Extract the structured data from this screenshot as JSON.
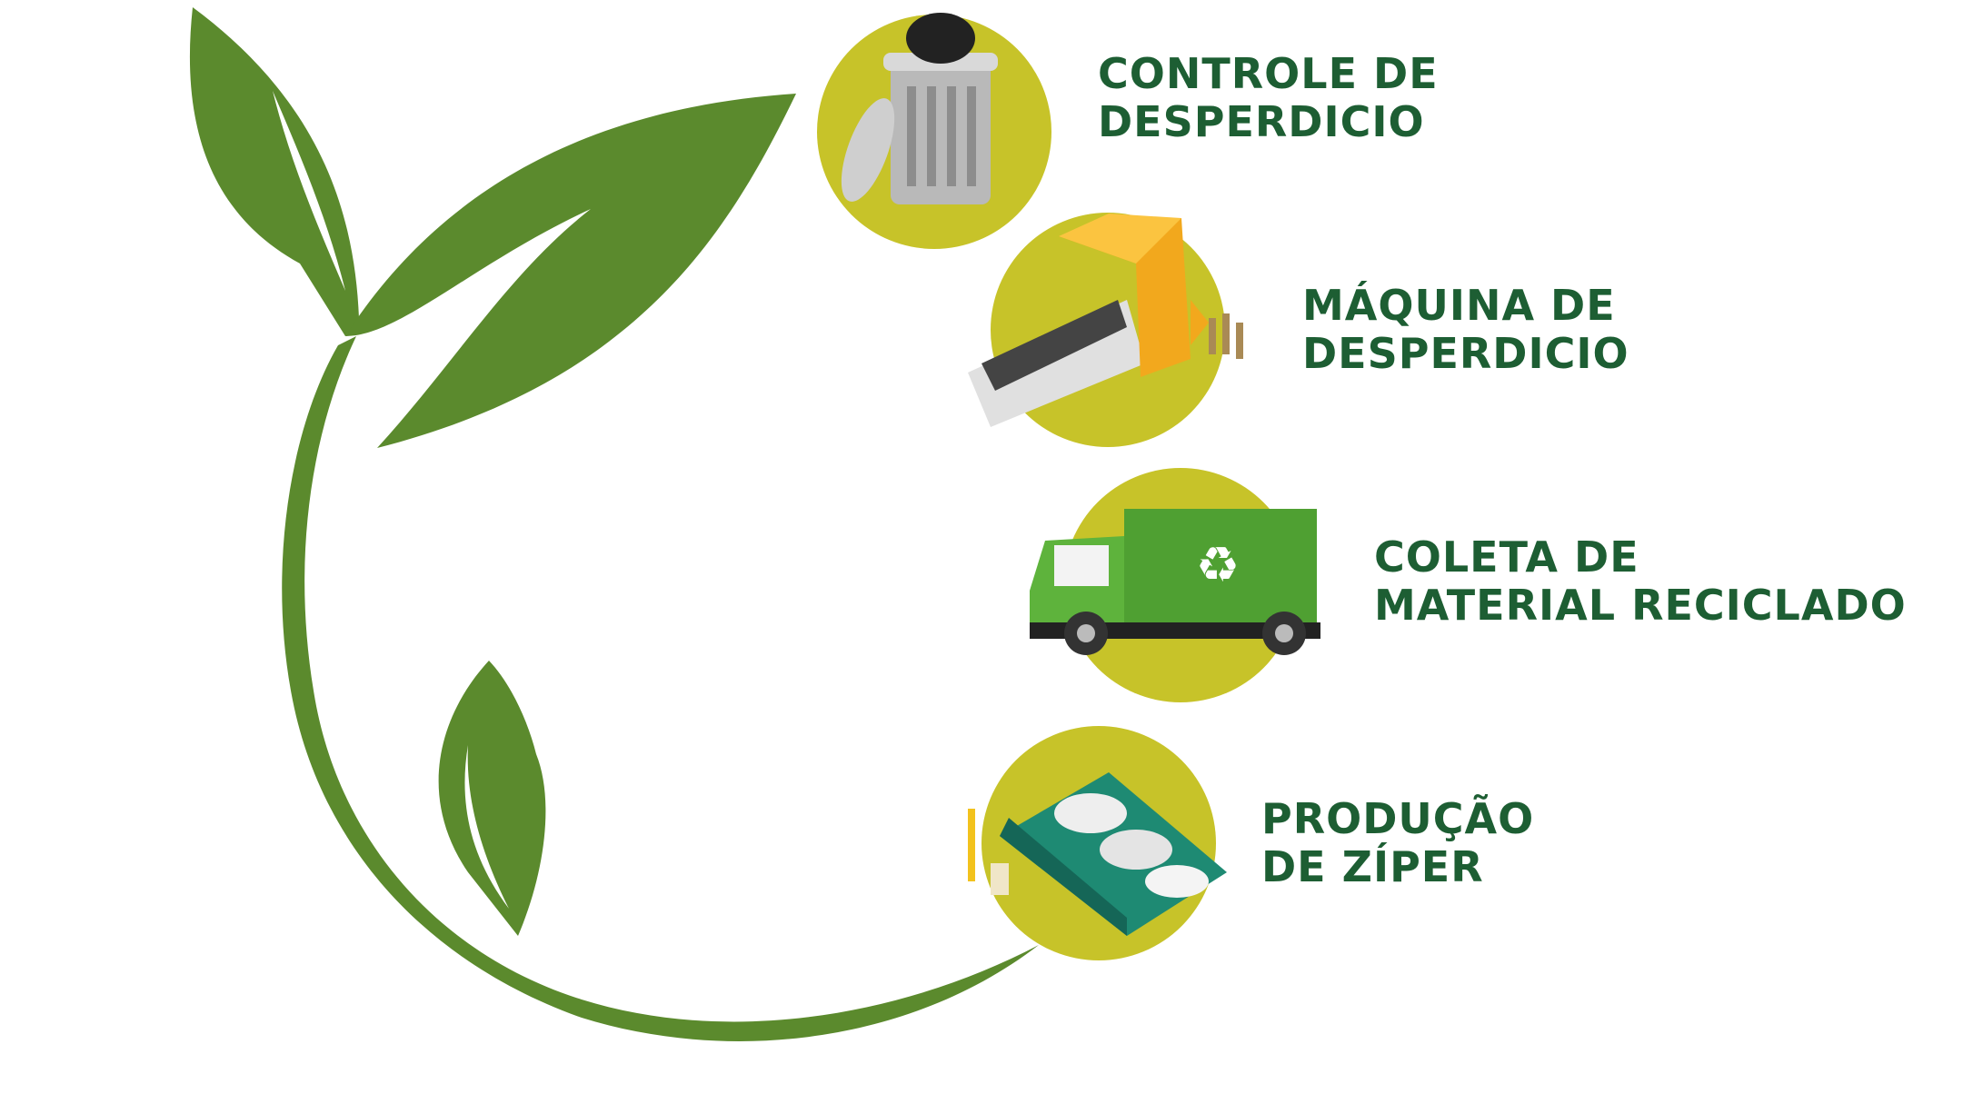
{
  "colors": {
    "leaf": "#5b8a2d",
    "circle": "#c7c329",
    "text": "#1d5e33"
  },
  "steps": [
    {
      "line1": "CONTROLE DE",
      "line2": "DESPERDICIO",
      "icon": "trash-can-icon"
    },
    {
      "line1": "MÁQUINA DE",
      "line2": "DESPERDICIO",
      "icon": "conveyor-machine-icon"
    },
    {
      "line1": "COLETA DE",
      "line2": "MATERIAL RECICLADO",
      "icon": "recycling-truck-icon"
    },
    {
      "line1": "PRODUÇÃO",
      "line2": "DE ZÍPER",
      "icon": "production-machine-icon"
    }
  ]
}
